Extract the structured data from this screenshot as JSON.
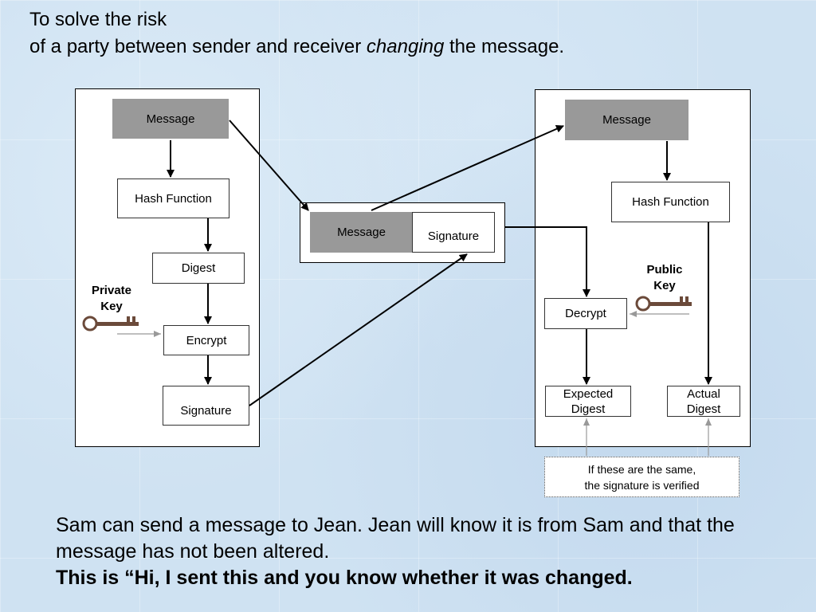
{
  "title": {
    "line1": "To solve the risk",
    "line2_before": "of a party between sender and receiver",
    "line2_emphasis": "changing",
    "line2_after": "the message."
  },
  "sender": {
    "message": "Message",
    "hash_function": "Hash Function",
    "digest": "Digest",
    "private_key_label_1": "Private",
    "private_key_label_2": "Key",
    "encrypt": "Encrypt",
    "signature": "Signature"
  },
  "transmitted": {
    "message": "Message",
    "signature": "Signature"
  },
  "receiver": {
    "message": "Message",
    "hash_function": "Hash Function",
    "public_key_label_1": "Public",
    "public_key_label_2": "Key",
    "decrypt": "Decrypt",
    "expected_digest_1": "Expected",
    "expected_digest_2": "Digest",
    "actual_digest_1": "Actual",
    "actual_digest_2": "Digest"
  },
  "verification_note": {
    "line1": "If these are the same,",
    "line2": "the signature is verified"
  },
  "body": {
    "paragraph": "Sam can send a message to Jean. Jean will know it is from Sam and that the message has not been altered.",
    "bold_line": "This is “Hi, I sent this and you know whether it was changed."
  },
  "icons": {
    "private_key": "key-icon",
    "public_key": "key-icon"
  },
  "colors": {
    "background": "#cfe2f2",
    "grey_box": "#999999",
    "key": "#6b4a3a"
  }
}
